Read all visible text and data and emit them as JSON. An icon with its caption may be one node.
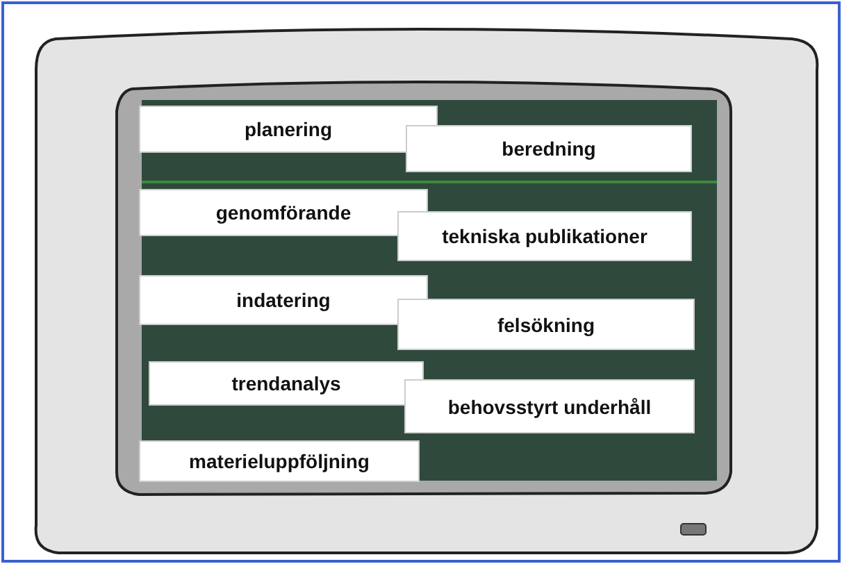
{
  "diagram": {
    "nodes": [
      {
        "text": [
          "planering"
        ]
      },
      {
        "text": [
          "beredning"
        ]
      },
      {
        "text": [
          "genomförande"
        ]
      },
      {
        "text": [
          "tekniska publikationer"
        ]
      },
      {
        "text": [
          "indatering"
        ]
      },
      {
        "text": [
          "felsökning"
        ]
      },
      {
        "text": [
          "trendanalys"
        ]
      },
      {
        "text": [
          "behovsstyrt underhåll"
        ]
      },
      {
        "text": [
          "materieluppföljning"
        ]
      }
    ]
  }
}
